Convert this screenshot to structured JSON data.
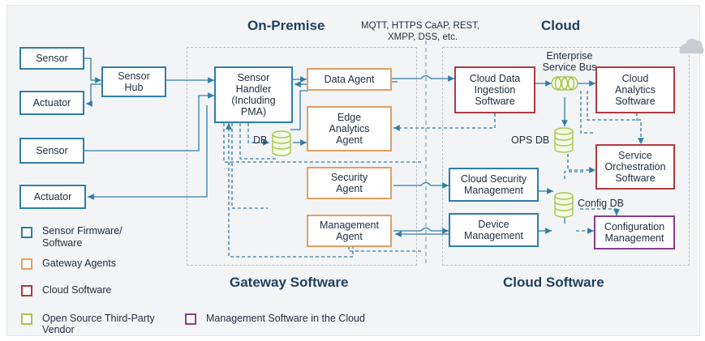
{
  "titles": {
    "on_premise": "On-Premise",
    "cloud": "Cloud",
    "protocols_line1": "MQTT, HTTPS CaAP, REST,",
    "protocols_line2": "XMPP, DSS, etc.",
    "gateway_software": "Gateway Software",
    "cloud_software": "Cloud Software"
  },
  "devices": {
    "sensor1": "Sensor",
    "actuator1": "Actuator",
    "sensor2": "Sensor",
    "actuator2": "Actuator",
    "sensor_hub": "Sensor Hub"
  },
  "gateway": {
    "sensor_handler": "Sensor Handler (Including PMA)",
    "data_agent": "Data Agent",
    "edge_analytics": "Edge Analytics Agent",
    "security_agent": "Security Agent",
    "management_agent": "Management Agent",
    "db": "DB"
  },
  "cloud": {
    "ingestion": "Cloud Data Ingestion Software",
    "esb": "Enterprise Service Bus",
    "analytics": "Cloud Analytics Software",
    "ops_db": "OPS DB",
    "orchestration": "Service Orchestration Software",
    "security_mgmt": "Cloud Security Management",
    "config_db": "Config DB",
    "device_mgmt": "Device Management",
    "config_mgmt": "Configuration Management"
  },
  "legend": {
    "firmware": "Sensor Firmware/ Software",
    "gateway_agents": "Gateway Agents",
    "cloud_software": "Cloud Software",
    "open_source": "Open Source Third-Party Vendor",
    "mgmt_cloud": "Management Software in the Cloud"
  },
  "colors": {
    "firmware": "#2f7ea8",
    "gateway_agents": "#e0a064",
    "cloud_software": "#b03a3f",
    "open_source": "#a6c64c",
    "mgmt_cloud": "#8a3d8e",
    "connector": "#2f7ea8"
  },
  "icons": [
    "cloud-icon",
    "database-icon",
    "service-bus-icon"
  ]
}
